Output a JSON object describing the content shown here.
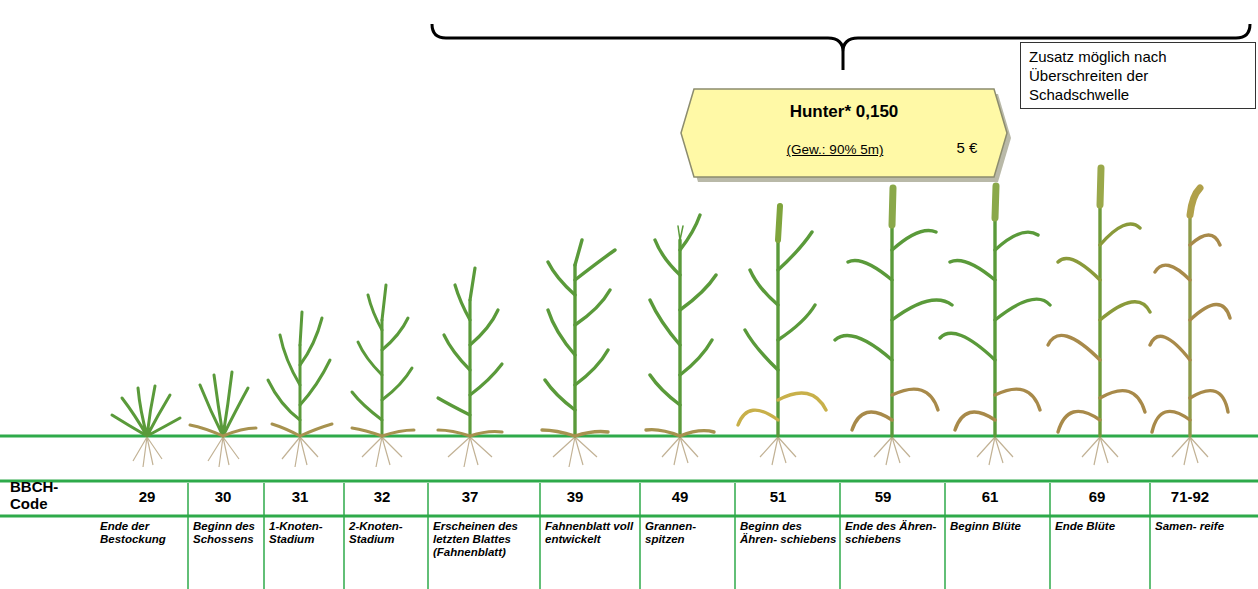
{
  "diagram": {
    "nodes": [
      {
        "text": [
          "Hunter* 0,150",
          "(Gew.: 90% 5m)",
          "5 €"
        ]
      },
      {
        "text": [
          "Zusatz möglich nach Überschreiten der Schadschwelle"
        ]
      }
    ],
    "labels": [
      "BBCH- Code",
      "29",
      "30",
      "31",
      "32",
      "37",
      "39",
      "49",
      "51",
      "59",
      "61",
      "69",
      "71-92",
      "Ende der Bestockung",
      "Beginn des Schossens",
      "1-Knoten- Stadium",
      "2-Knoten- Stadium",
      "Erscheinen des letzten Blattes (Fahnenblatt)",
      "Fahnenblatt voll entwickelt",
      "Grannen- spitzen",
      "Beginn des Ähren- schiebens",
      "Ende des Ähren- schiebens",
      "Beginn Blüte",
      "Ende Blüte",
      "Samen- reife"
    ]
  }
}
